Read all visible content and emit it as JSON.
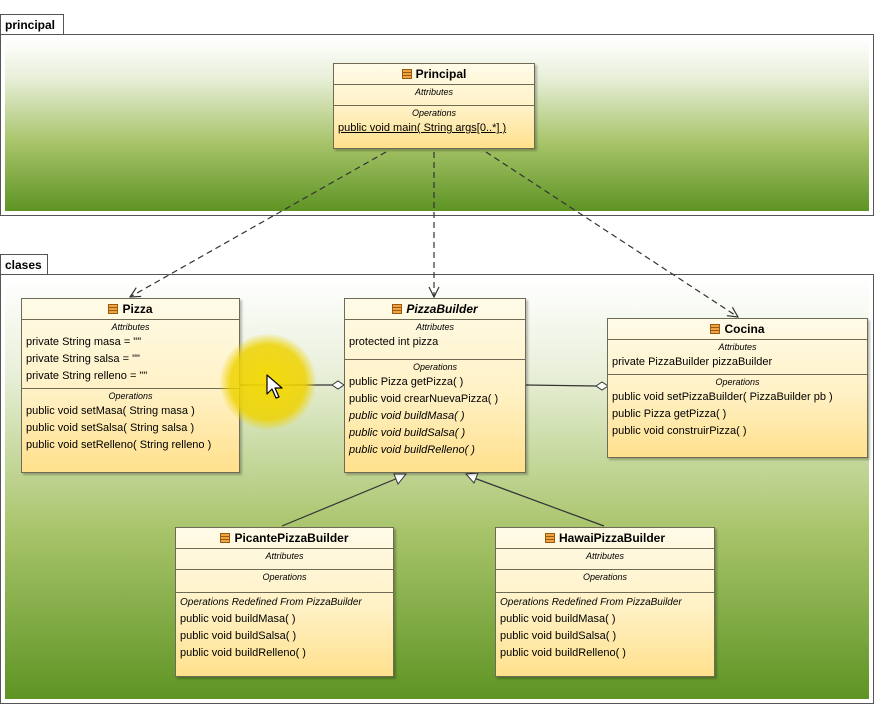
{
  "packages": {
    "principal": {
      "label": "principal"
    },
    "clases": {
      "label": "clases"
    }
  },
  "section_titles": {
    "attributes": "Attributes",
    "operations": "Operations"
  },
  "classes": {
    "principal": {
      "name": "Principal",
      "operations": [
        "public void  main( String args[0..*] )"
      ]
    },
    "pizza": {
      "name": "Pizza",
      "attributes": [
        "private String masa = \"\"",
        "private String salsa = \"\"",
        "private String relleno = \"\""
      ],
      "operations": [
        "public void  setMasa( String masa )",
        "public void  setSalsa( String salsa )",
        "public void  setRelleno( String relleno )"
      ]
    },
    "pizza_builder": {
      "name": "PizzaBuilder",
      "attributes": [
        "protected int pizza"
      ],
      "operations": [
        "public Pizza  getPizza(  )",
        "public void   crearNuevaPizza(  )",
        "public void  buildMasa(  )",
        "public void  buildSalsa(  )",
        "public void  buildRelleno(  )"
      ]
    },
    "cocina": {
      "name": "Cocina",
      "attributes": [
        "private PizzaBuilder pizzaBuilder"
      ],
      "operations": [
        "public void  setPizzaBuilder( PizzaBuilder pb )",
        "public Pizza  getPizza(  )",
        "public void   construirPizza(  )"
      ]
    },
    "picante": {
      "name": "PicantePizzaBuilder",
      "redefined_title": "Operations Redefined From PizzaBuilder",
      "redefined": [
        "public void  buildMasa(  )",
        "public void  buildSalsa(  )",
        "public void  buildRelleno(  )"
      ]
    },
    "hawai": {
      "name": "HawaiPizzaBuilder",
      "redefined_title": "Operations Redefined From PizzaBuilder",
      "redefined": [
        "public void  buildMasa(  )",
        "public void  buildSalsa(  )",
        "public void  buildRelleno(  )"
      ]
    }
  },
  "colors": {
    "class_fill": "#fff1c4",
    "class_border": "#6e6a55",
    "package_gradient_dark": "#5e9424",
    "highlight": "#f4da00"
  }
}
